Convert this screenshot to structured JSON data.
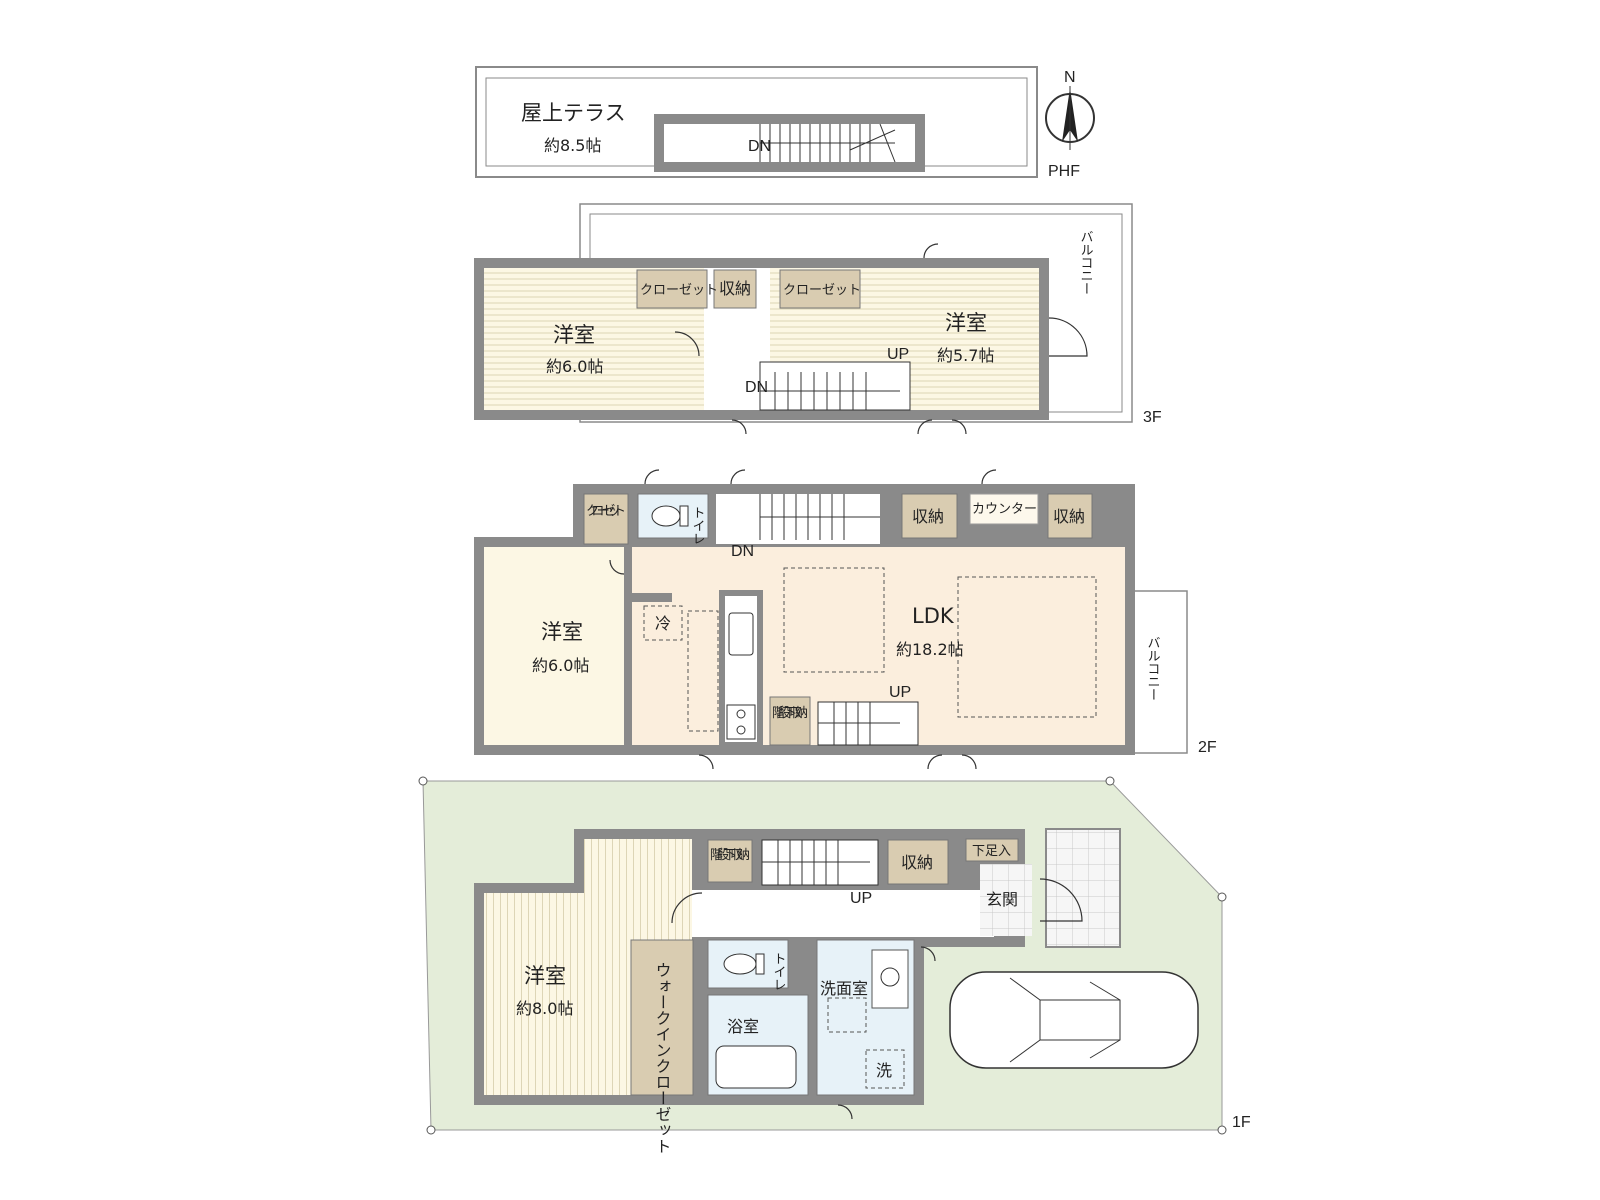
{
  "floors": {
    "phf": {
      "label": "PHF",
      "roof_terrace": {
        "name": "屋上テラス",
        "area": "約8.5帖"
      },
      "stairs_label": "DN"
    },
    "f3": {
      "label": "3F",
      "room_west": {
        "name": "洋室",
        "area": "約6.0帖"
      },
      "room_east": {
        "name": "洋室",
        "area": "約5.7帖"
      },
      "closet_1": "クローゼット",
      "storage": "収納",
      "closet_2": "クローゼット",
      "balcony": "バルコニー",
      "stairs_up": "UP",
      "stairs_down": "DN"
    },
    "f2": {
      "label": "2F",
      "room_west": {
        "name": "洋室",
        "area": "約6.0帖"
      },
      "ldk": {
        "name": "LDK",
        "area": "約18.2帖"
      },
      "closet": "クローゼット",
      "toilet": "トイレ",
      "storage_1": "収納",
      "counter": "カウンター",
      "storage_2": "収納",
      "fridge": "冷",
      "under_stair_storage": "階段下収納",
      "balcony": "バルコニー",
      "stairs_up": "UP",
      "stairs_down": "DN"
    },
    "f1": {
      "label": "1F",
      "room_west": {
        "name": "洋室",
        "area": "約8.0帖"
      },
      "walk_in_closet": "ウォークインクローゼット",
      "under_stair_storage": "階段下収納",
      "storage": "収納",
      "shoe_storage": "下足入",
      "entrance": "玄関",
      "toilet": "トイレ",
      "washroom": "洗面室",
      "bath": "浴室",
      "washer": "洗",
      "stairs_up": "UP"
    }
  },
  "compass": {
    "north": "N"
  },
  "colors": {
    "wall": "#8a8a8a",
    "ldk_floor": "#fbeedd",
    "storage_fill": "#d9ccb1",
    "site_green": "#e4edd9",
    "wet_area": "#e7f2f8",
    "entrance_tile": "#f4f4f4",
    "room_floor": "#fcf7e4"
  }
}
